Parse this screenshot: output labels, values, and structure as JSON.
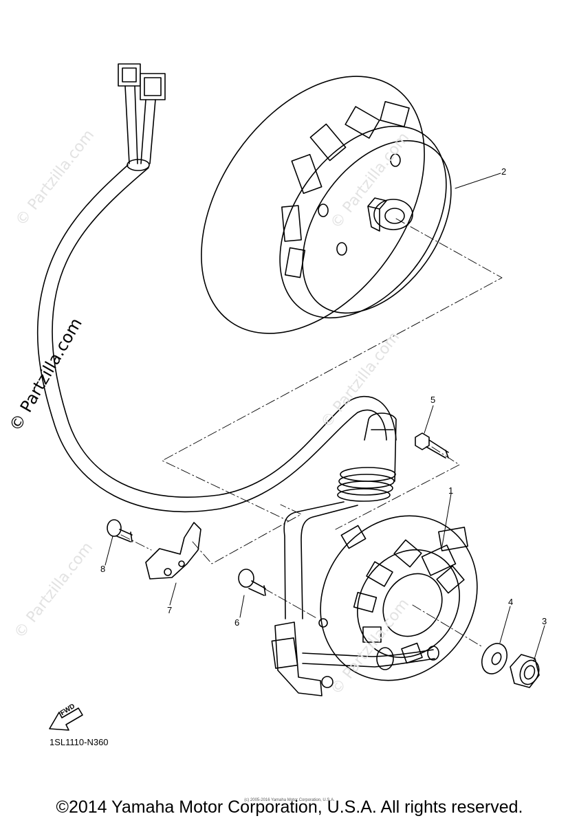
{
  "watermark": "© Partzilla.com",
  "callouts": {
    "c1": "1",
    "c2": "2",
    "c3": "3",
    "c4": "4",
    "c5": "5",
    "c6": "6",
    "c7": "7",
    "c8": "8"
  },
  "fwd_label": "FWD",
  "diagram_code": "1SL1110-N360",
  "small_copyright": "(c) 2005-2016 Yamaha Motor Corporation, U.S.A.",
  "copyright": "©2014 Yamaha Motor Corporation, U.S.A. All rights reserved."
}
